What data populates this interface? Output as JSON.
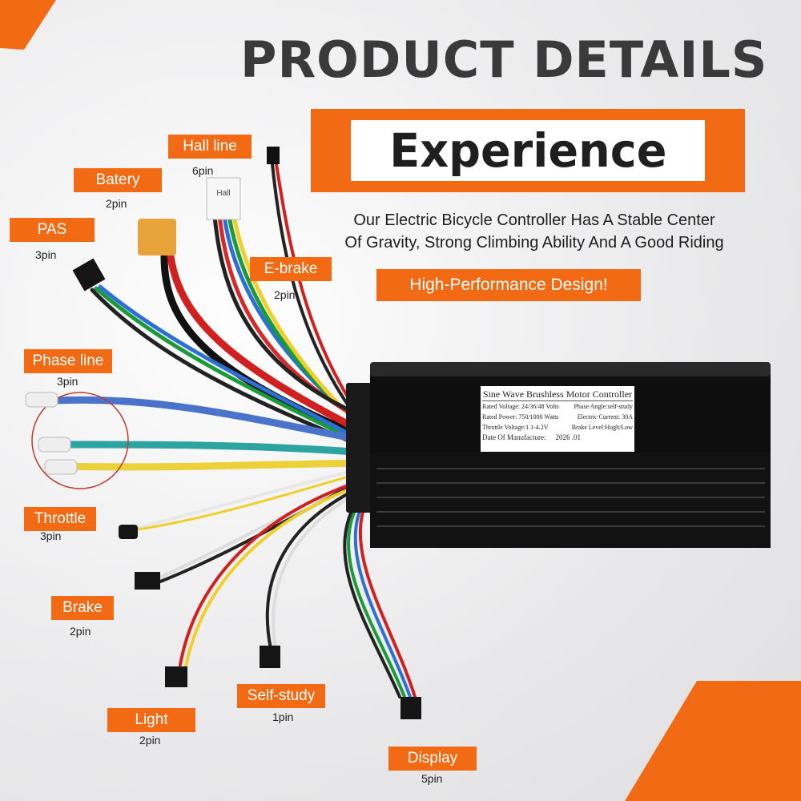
{
  "title": "PRODUCT DETAILS",
  "banner": {
    "text": "Experience"
  },
  "description": {
    "line1": "Our Electric Bicycle Controller Has A Stable Center",
    "line2": "Of Gravity, Strong Climbing Ability And A Good Riding"
  },
  "highlight": "High-Performance Design!",
  "connectors": [
    {
      "name": "Hall line",
      "pins": "6pin"
    },
    {
      "name": "Batery",
      "pins": "2pin"
    },
    {
      "name": "PAS",
      "pins": "3pin"
    },
    {
      "name": "E-brake",
      "pins": "2pin"
    },
    {
      "name": "Phase line",
      "pins": "3pin"
    },
    {
      "name": "Throttle",
      "pins": "3pin"
    },
    {
      "name": "Brake",
      "pins": "2pin"
    },
    {
      "name": "Light",
      "pins": "2pin"
    },
    {
      "name": "Self-study",
      "pins": "1pin"
    },
    {
      "name": "Display",
      "pins": "5pin"
    }
  ],
  "controller_label": {
    "title": "Sine Wave Brushless  Motor Controller",
    "rated_voltage": "Rated Voltage: 24/36/48 Volts",
    "phase_angle": "Phase Angle:self-study",
    "rated_power": "Rated Power: 750/1000 Watts",
    "current": "Electric Current: 30A",
    "throttle_voltage": "Throttle Voltage:1.1-4.2V",
    "brake_level": "Brake Level:Hugh/Low",
    "date_label": "Date Of Manufacture:",
    "date_value": "2026 .01"
  },
  "connector_print": "Hall",
  "colors": {
    "accent": "#f26a13",
    "title": "#3a3a3a",
    "controller": "#111111"
  }
}
